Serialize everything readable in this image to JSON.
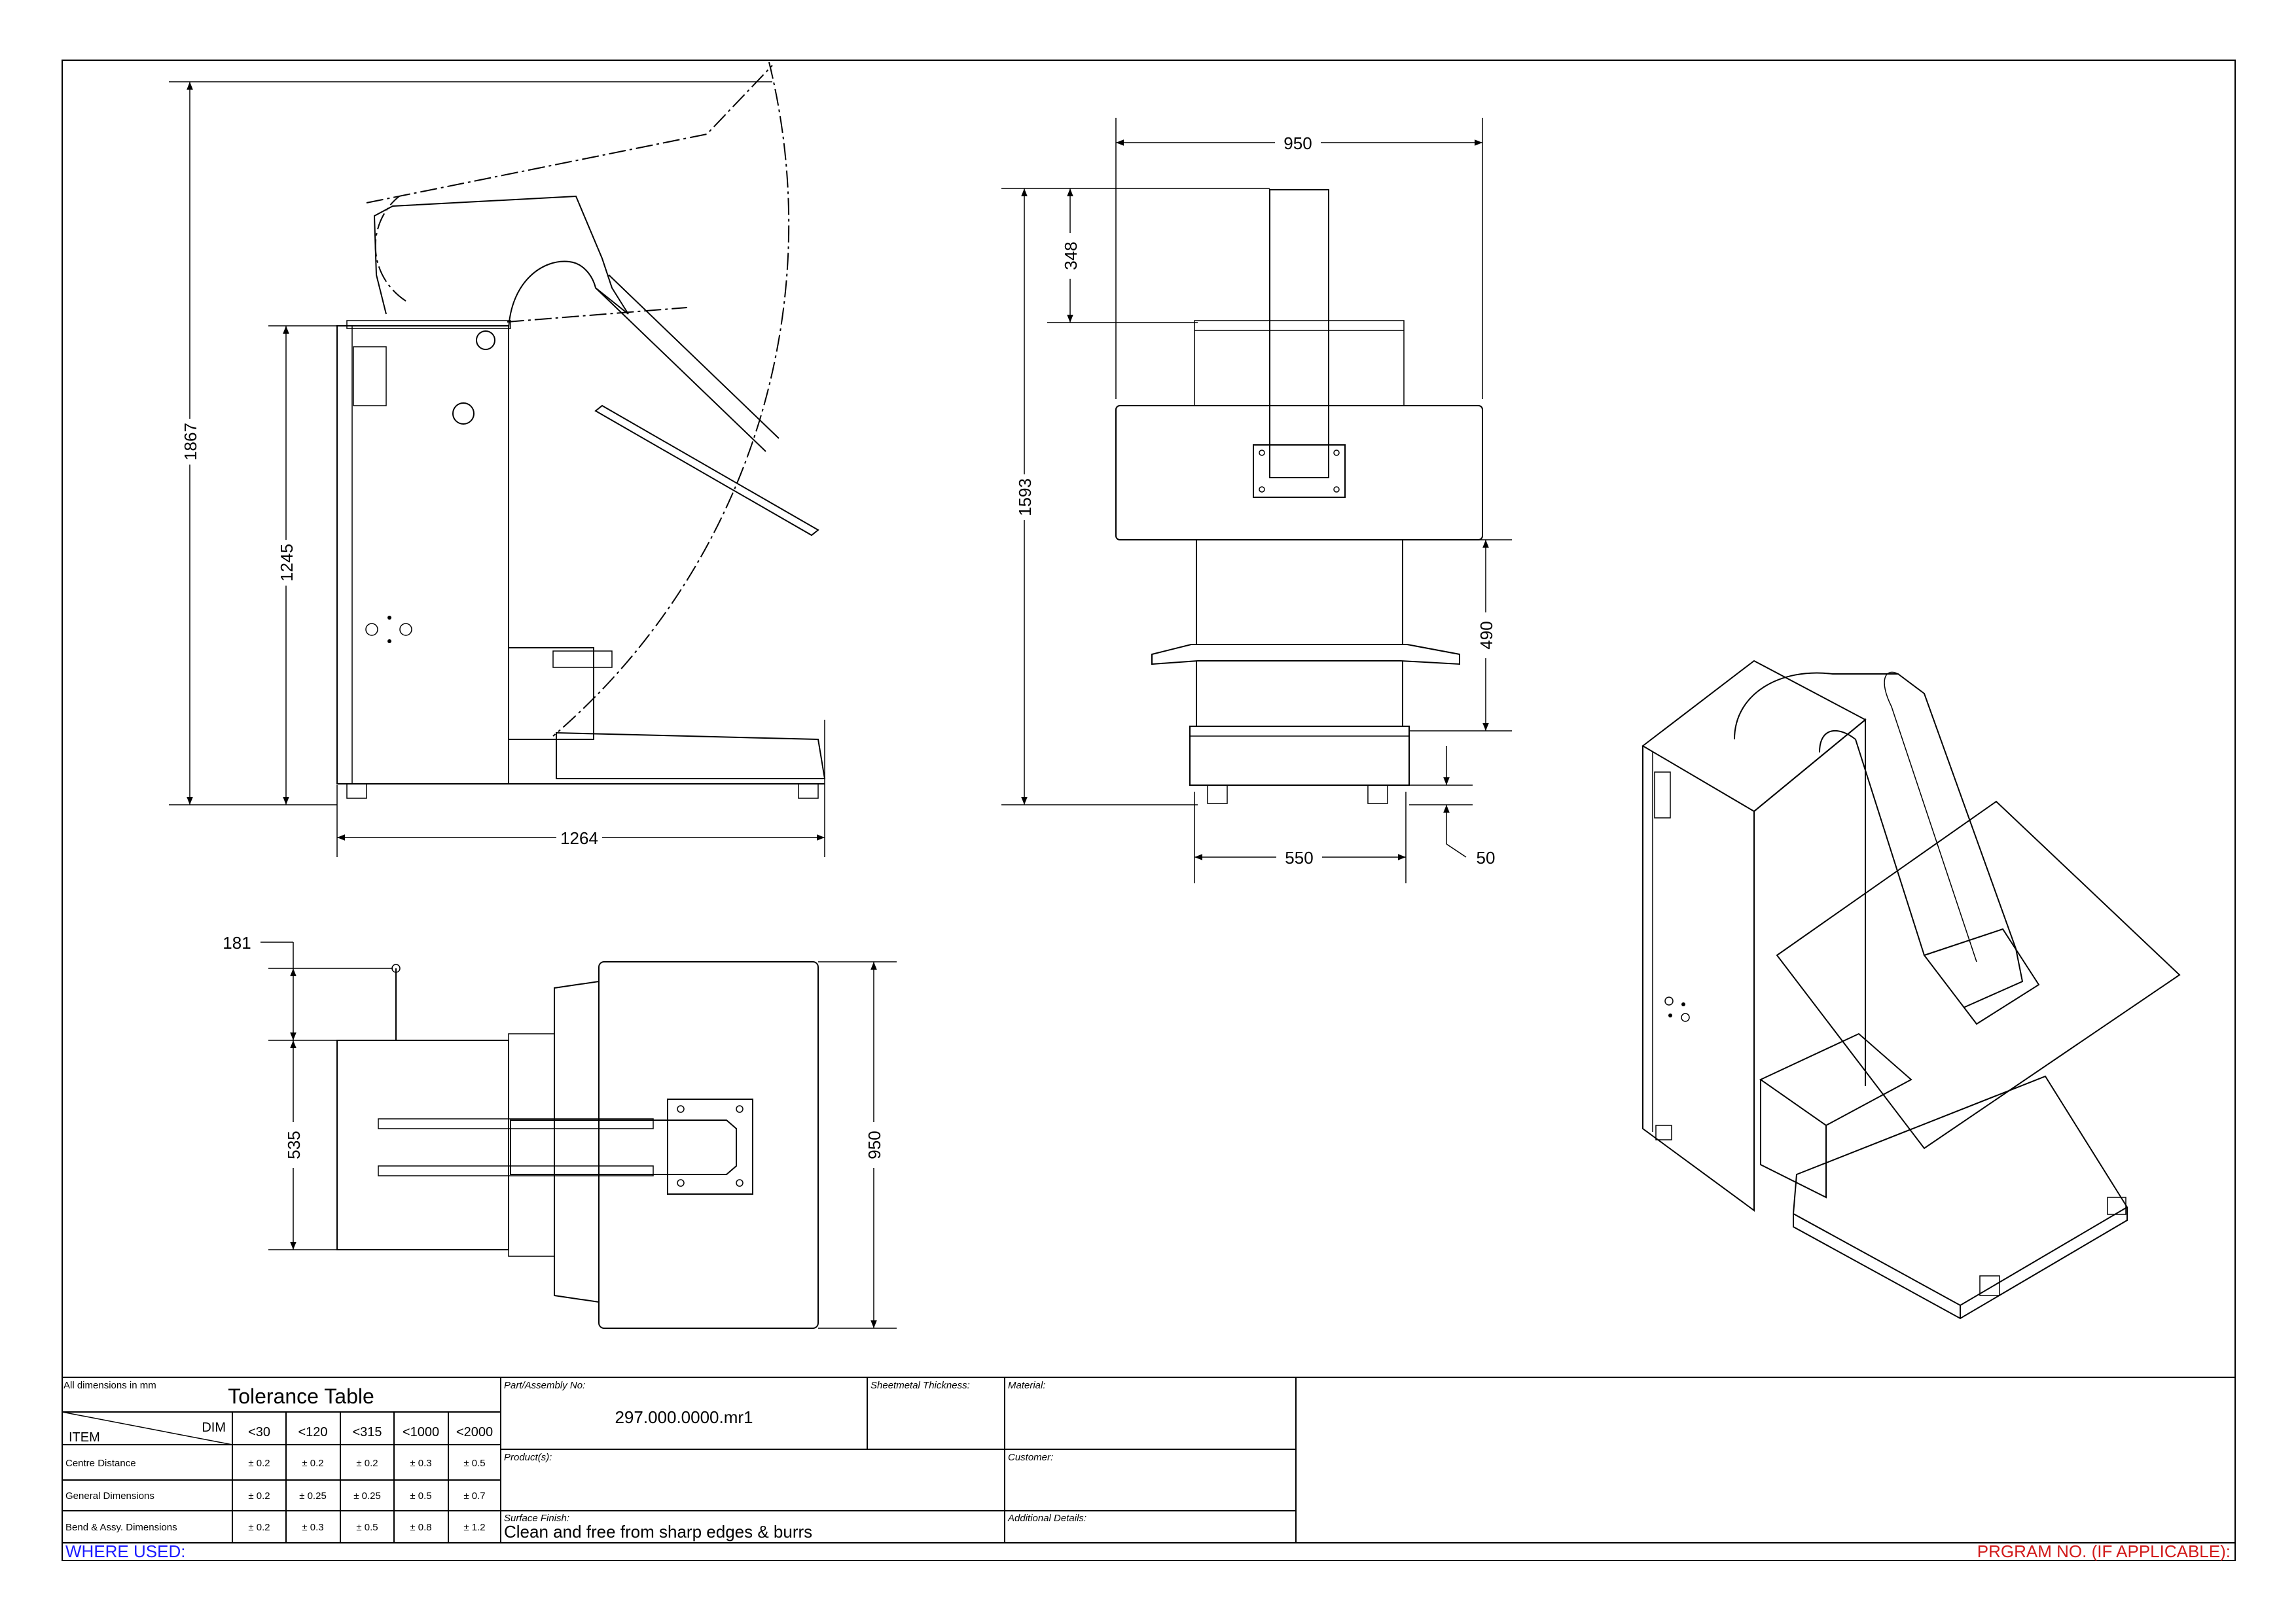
{
  "dimensions": {
    "side_total_height": "1867",
    "side_body_height": "1245",
    "side_length": "1264",
    "front_width": "950",
    "front_arm_height": "348",
    "front_total_height": "1593",
    "front_base_height": "490",
    "front_base_width": "550",
    "front_foot_height": "50",
    "top_arm_offset": "181",
    "top_body_depth": "535",
    "top_table_width": "950"
  },
  "title_block": {
    "units_note": "All dimensions in mm",
    "tolerance_title": "Tolerance Table",
    "dim_header": "DIM",
    "item_header": "ITEM",
    "columns": [
      "<30",
      "<120",
      "<315",
      "<1000",
      "<2000"
    ],
    "rows": [
      {
        "label": "Centre Distance",
        "values": [
          "± 0.2",
          "± 0.2",
          "± 0.2",
          "± 0.3",
          "± 0.5"
        ]
      },
      {
        "label": "General Dimensions",
        "values": [
          "± 0.2",
          "± 0.25",
          "± 0.25",
          "± 0.5",
          "± 0.7"
        ]
      },
      {
        "label": "Bend & Assy. Dimensions",
        "values": [
          "± 0.2",
          "± 0.3",
          "± 0.5",
          "± 0.8",
          "± 1.2"
        ]
      }
    ],
    "part_label": "Part/Assembly No:",
    "part_value": "297.000.0000.mr1",
    "thickness_label": "Sheetmetal Thickness:",
    "material_label": "Material:",
    "products_label": "Product(s):",
    "customer_label": "Customer:",
    "finish_label": "Surface Finish:",
    "finish_value": "Clean and free from sharp edges & burrs",
    "details_label": "Additional Details:",
    "where_used": "WHERE USED:",
    "program_no": "PRGRAM NO. (IF APPLICABLE):"
  },
  "colors": {
    "line": "#000000",
    "where_used": "#1a1aff",
    "program_no": "#d11a1a"
  }
}
